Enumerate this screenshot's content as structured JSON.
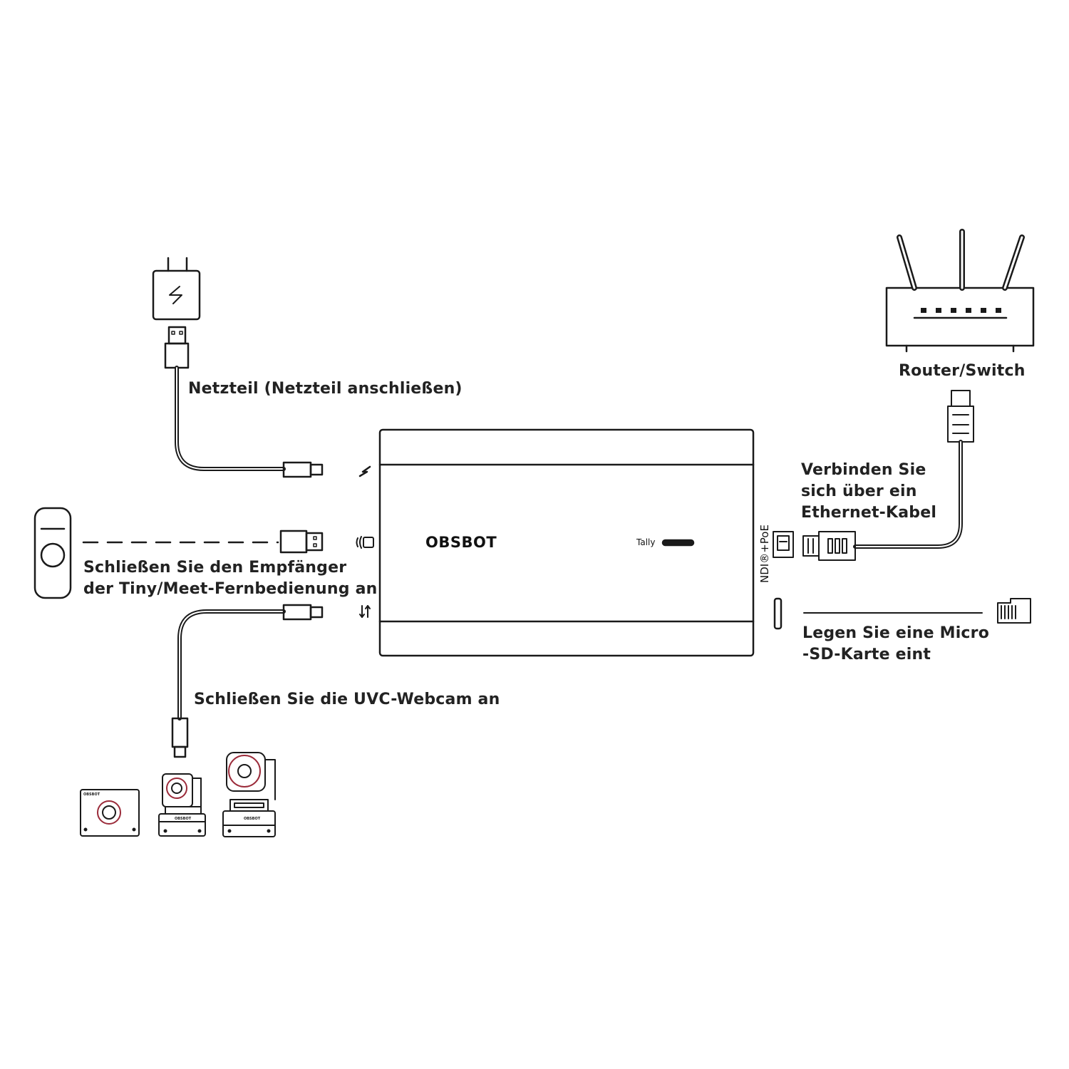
{
  "labels": {
    "power": "Netzteil (Netzteil anschließen)",
    "receiver_line1": "Schließen Sie den Empfänger",
    "receiver_line2": "der Tiny/Meet-Fernbedienung an",
    "webcam": "Schließen Sie die UVC-Webcam an",
    "router": "Router/Switch",
    "ethernet_line1": "Verbinden Sie",
    "ethernet_line2": "sich über ein",
    "ethernet_line3": "Ethernet-Kabel",
    "sd_line1": "Legen Sie eine Micro",
    "sd_line2": "-SD-Karte eint"
  },
  "hub": {
    "brand": "OBSBOT",
    "tally": "Tally",
    "port_label": "NDI®+PoE"
  },
  "cameras": {
    "brand_small": "OBSBOT"
  },
  "colors": {
    "line": "#1a1a1a",
    "lens_accent": "#9b2b3a",
    "background": "#ffffff"
  }
}
